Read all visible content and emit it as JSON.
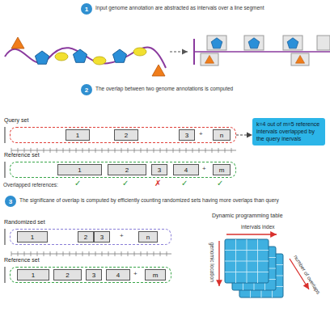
{
  "diagram": {
    "nodes": [
      {
        "text": [
          "1"
        ]
      },
      {
        "text": [
          "2"
        ]
      },
      {
        "text": [
          "Query set"
        ]
      },
      {
        "text": [
          "1"
        ],
        "in": 2
      },
      {
        "text": [
          "2"
        ],
        "in": 2
      },
      {
        "text": [
          "3"
        ],
        "in": 2
      },
      {
        "text": [
          "n"
        ],
        "in": 2
      },
      {
        "text": [
          "k=4 out of m=5 reference intervals overlapped by the query inervals"
        ]
      },
      {
        "text": [
          "Reference set"
        ]
      },
      {
        "text": [
          "1"
        ],
        "in": 8
      },
      {
        "text": [
          "2"
        ],
        "in": 8
      },
      {
        "text": [
          "3"
        ],
        "in": 8
      },
      {
        "text": [
          "4"
        ],
        "in": 8
      },
      {
        "text": [
          "m"
        ],
        "in": 8
      },
      {
        "text": [
          "3"
        ]
      },
      {
        "text": [
          "Randomized set"
        ]
      },
      {
        "text": [
          "1"
        ],
        "in": 15
      },
      {
        "text": [
          "2"
        ],
        "in": 15
      },
      {
        "text": [
          "3"
        ],
        "in": 15
      },
      {
        "text": [
          "n"
        ],
        "in": 15
      },
      {
        "text": [
          "Reference set"
        ]
      },
      {
        "text": [
          "1"
        ],
        "in": 20
      },
      {
        "text": [
          "2"
        ],
        "in": 20
      },
      {
        "text": [
          "3"
        ],
        "in": 20
      },
      {
        "text": [
          "4"
        ],
        "in": 20
      },
      {
        "text": [
          "m"
        ],
        "in": 20
      }
    ],
    "edges": [
      {
        "from": 2,
        "to": 7,
        "arrow": "to"
      }
    ],
    "labels": [
      "Input genome annotation are abstracted as intervals over a line segment",
      "The overlap between two genome annotations is computed",
      "+",
      "+",
      "Overlapped references:",
      "✓",
      "✓",
      "✗",
      "✓",
      "✓",
      "The significane of overlap is computed by efficiently counting randomized sets having more overlaps than query",
      "Dynamic programming table",
      "intervals index",
      "+",
      "genomic location",
      "+",
      "number of overlaps"
    ]
  }
}
